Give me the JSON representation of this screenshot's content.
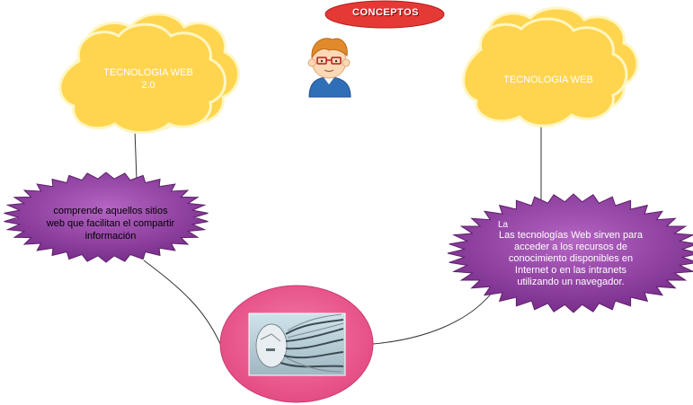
{
  "title_badge": "CONCEPTOS",
  "nodes": {
    "cloud_left": "TECNOLOGIA WEB\n2.0",
    "cloud_right": "TECNOLOGIA WEB",
    "star_left": "comprende aquellos sitios web que facilitan el compartir información",
    "star_right": "Las tecnologías Web sirven para acceder a los recursos de conocimiento disponibles en Internet o en las intranets utilizando un navegador.",
    "star_right_fragment": "La"
  },
  "colors": {
    "cloud_fill": "#FFD54F",
    "cloud_stroke": "#FFF3B0",
    "star_fill": "#8E3A9E",
    "star_stroke": "#5E1F6B",
    "circle_fill": "#EE5C92",
    "badge_fill": "#E53935",
    "connector": "#333333"
  },
  "icons": {
    "avatar": "cartoon-boy-with-glasses",
    "central_image": "robot-head-with-cables"
  }
}
